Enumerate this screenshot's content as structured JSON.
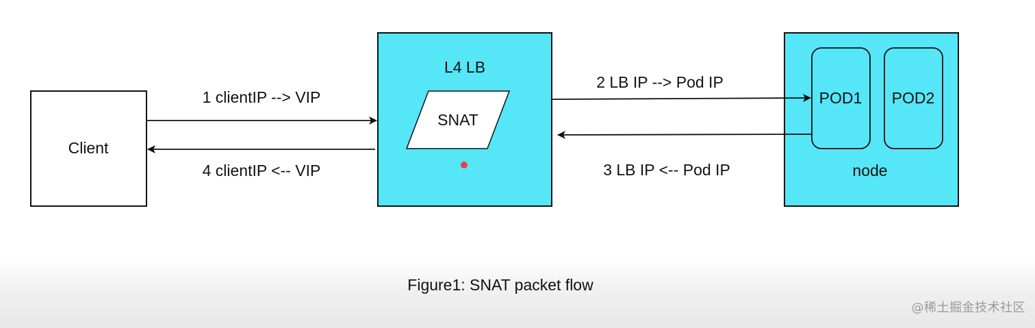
{
  "nodes": {
    "client": {
      "label": "Client"
    },
    "lb": {
      "label": "L4 LB",
      "snat_label": "SNAT"
    },
    "node": {
      "label": "node",
      "pod1_label": "POD1",
      "pod2_label": "POD2"
    }
  },
  "edges": {
    "e1": {
      "label": "1 clientIP --> VIP"
    },
    "e2": {
      "label": "2 LB IP --> Pod IP"
    },
    "e3": {
      "label": "3 LB IP <-- Pod IP"
    },
    "e4": {
      "label": "4 clientIP <-- VIP"
    }
  },
  "caption": "Figure1: SNAT packet flow",
  "watermark": "@稀土掘金技术社区",
  "colors": {
    "box_fill": "#55e6f7",
    "client_fill": "#ffffff",
    "stroke": "#111111",
    "dot": "#e8423f"
  }
}
